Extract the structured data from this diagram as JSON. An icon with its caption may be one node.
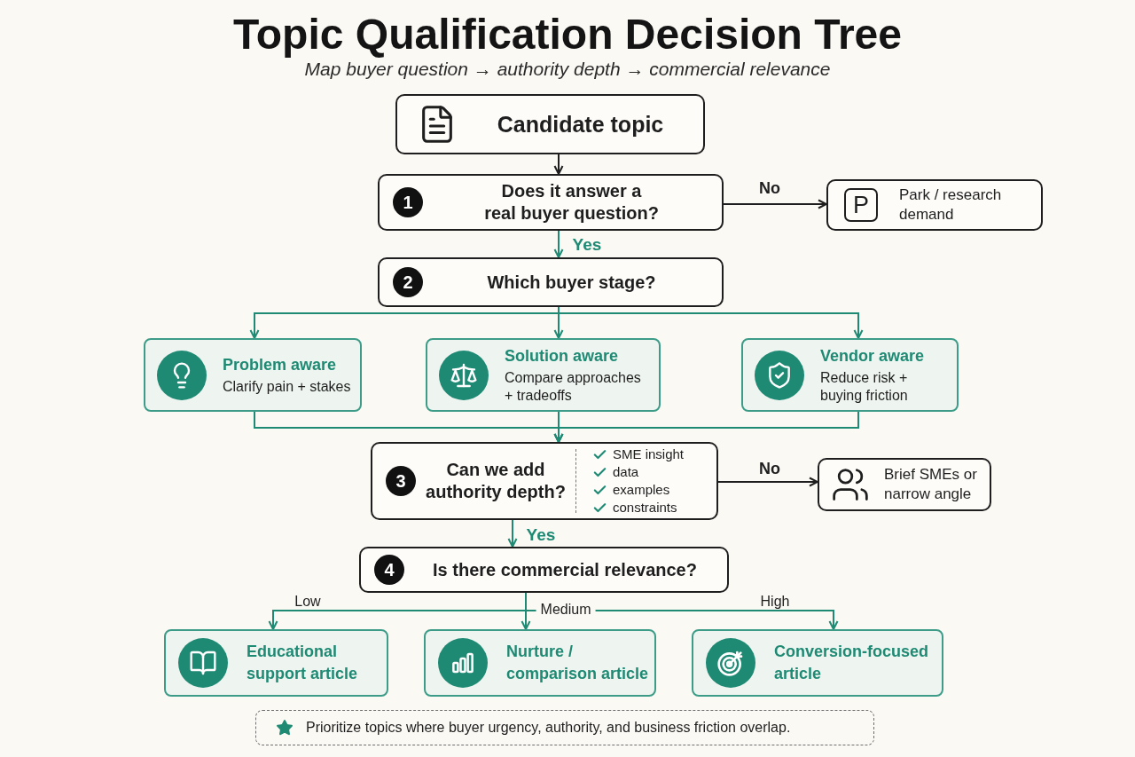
{
  "diagram": {
    "title": "Topic Qualification Decision Tree",
    "nodes": [
      {
        "text": [
          "Candidate topic"
        ]
      },
      {
        "text": [
          "1",
          "Does it answer a real buyer question?"
        ]
      },
      {
        "text": [
          "P",
          "Park / research demand"
        ]
      },
      {
        "text": [
          "2",
          "Which buyer stage?"
        ]
      },
      {
        "text": [
          "Problem aware",
          "Clarify pain + stakes"
        ]
      },
      {
        "text": [
          "Solution aware",
          "Compare approaches + tradeoffs"
        ]
      },
      {
        "text": [
          "Vendor aware",
          "Reduce risk + buying friction"
        ]
      },
      {
        "text": [
          "3",
          "Can we add authority depth?",
          "SME insight",
          "data",
          "examples",
          "constraints"
        ]
      },
      {
        "text": [
          "Brief SMEs or narrow angle"
        ]
      },
      {
        "text": [
          "4",
          "Is there commercial relevance?"
        ]
      },
      {
        "text": [
          "Educational support article"
        ]
      },
      {
        "text": [
          "Nurture / comparison article"
        ]
      },
      {
        "text": [
          "Conversion-focused article"
        ]
      },
      {
        "text": [
          "Prioritize topics where buyer urgency, authority, and business friction overlap."
        ]
      }
    ],
    "edges": [
      {
        "from": 0,
        "to": 1,
        "arrow": "to",
        "color": "#1e1e1e"
      },
      {
        "from": 1,
        "to": 2,
        "arrow": "to",
        "label": "No",
        "color": "#1e1e1e"
      },
      {
        "from": 1,
        "to": 3,
        "arrow": "to",
        "label": "Yes"
      },
      {
        "from": 3,
        "to": 4,
        "arrow": "to"
      },
      {
        "from": 3,
        "to": 5,
        "arrow": "to"
      },
      {
        "from": 3,
        "to": 6,
        "arrow": "to"
      },
      {
        "from": 4,
        "to": 7,
        "arrow": "to"
      },
      {
        "from": 5,
        "to": 7,
        "arrow": "to"
      },
      {
        "from": 6,
        "to": 7,
        "arrow": "to"
      },
      {
        "from": 7,
        "to": 8,
        "arrow": "to",
        "label": "No",
        "color": "#1e1e1e"
      },
      {
        "from": 7,
        "to": 9,
        "arrow": "to",
        "label": "Yes"
      },
      {
        "from": 9,
        "to": 10,
        "arrow": "to",
        "label": "Low"
      },
      {
        "from": 9,
        "to": 11,
        "arrow": "to",
        "label": "Medium"
      },
      {
        "from": 9,
        "to": 12,
        "arrow": "to",
        "label": "High"
      }
    ],
    "labels": [
      "Map buyer question → authority depth → commercial relevance"
    ]
  }
}
